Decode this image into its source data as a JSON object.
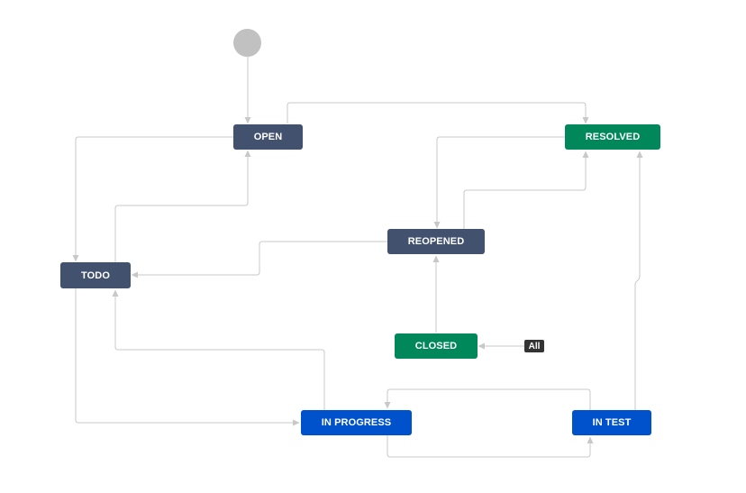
{
  "colors": {
    "background": "#ffffff",
    "connector": "#c8c8c8",
    "todo_status": "#42526e",
    "done_status": "#00875a",
    "in_progress_status": "#0052cc",
    "start_node": "#c1c1c1",
    "all_badge": "#333333"
  },
  "workflow": {
    "statuses": {
      "open": {
        "label": "OPEN",
        "category": "to-do"
      },
      "resolved": {
        "label": "RESOLVED",
        "category": "done"
      },
      "reopened": {
        "label": "REOPENED",
        "category": "to-do"
      },
      "todo": {
        "label": "TODO",
        "category": "to-do"
      },
      "closed": {
        "label": "CLOSED",
        "category": "done"
      },
      "in_progress": {
        "label": "IN PROGRESS",
        "category": "in-progress"
      },
      "in_test": {
        "label": "IN TEST",
        "category": "in-progress"
      }
    },
    "global_transition": {
      "label": "All",
      "target": "closed"
    },
    "transitions": [
      {
        "from": "start",
        "to": "open"
      },
      {
        "from": "open",
        "to": "resolved"
      },
      {
        "from": "open",
        "to": "todo"
      },
      {
        "from": "resolved",
        "to": "reopened"
      },
      {
        "from": "reopened",
        "to": "resolved"
      },
      {
        "from": "reopened",
        "to": "todo"
      },
      {
        "from": "todo",
        "to": "open"
      },
      {
        "from": "todo",
        "to": "in_progress"
      },
      {
        "from": "in_progress",
        "to": "todo"
      },
      {
        "from": "in_progress",
        "to": "in_test"
      },
      {
        "from": "in_test",
        "to": "in_progress"
      },
      {
        "from": "in_test",
        "to": "resolved"
      },
      {
        "from": "closed",
        "to": "reopened"
      },
      {
        "from": "all",
        "to": "closed"
      }
    ]
  }
}
